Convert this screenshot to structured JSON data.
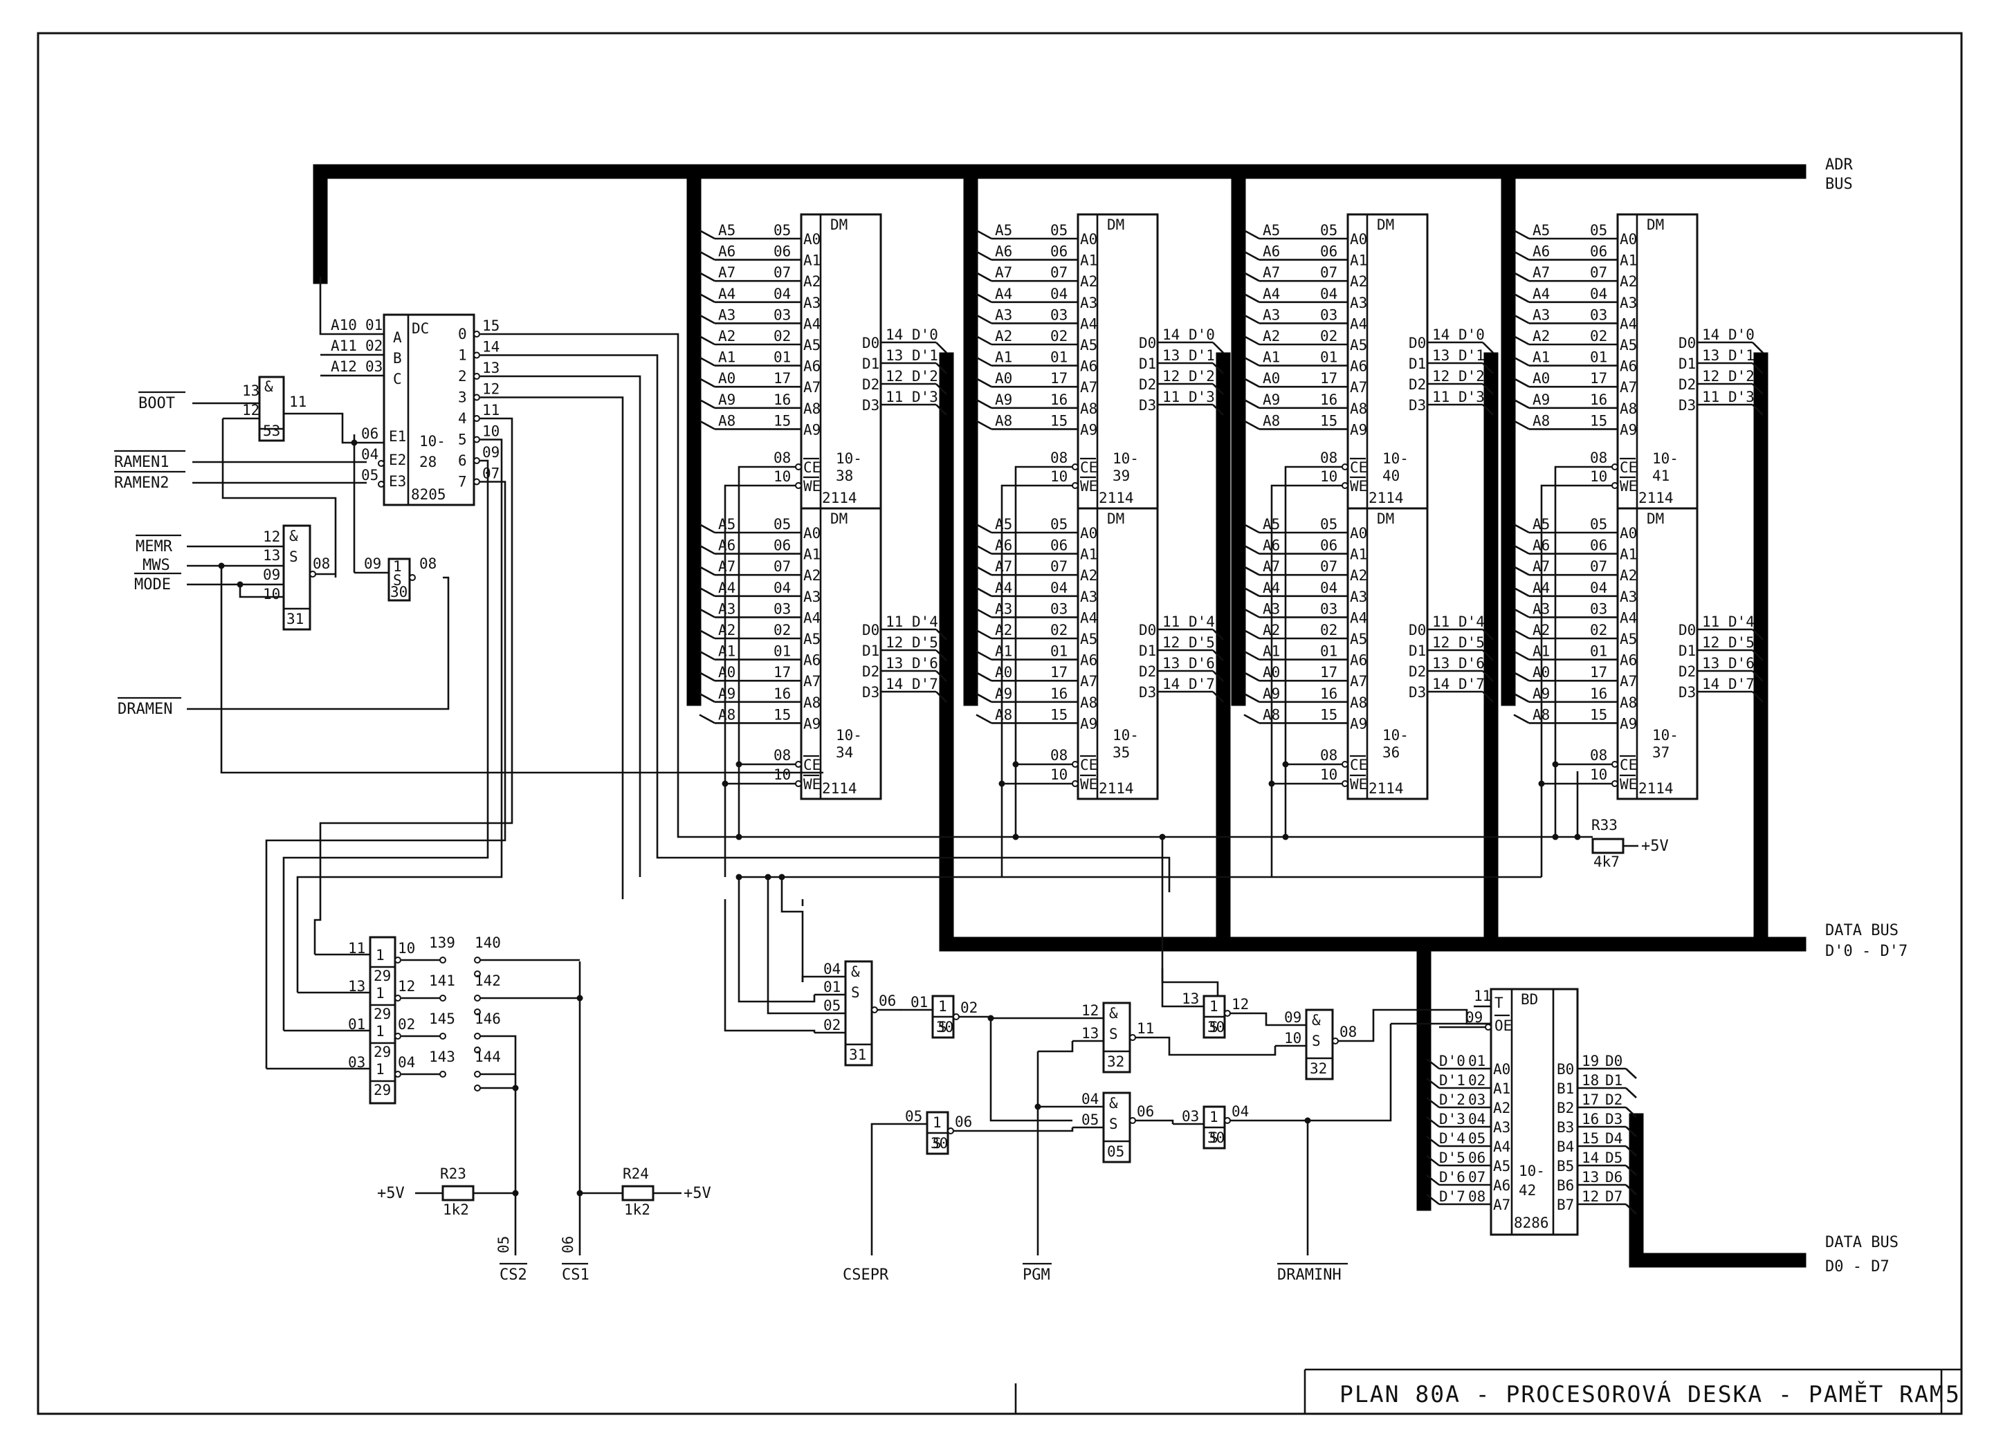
{
  "title_block": {
    "title": "PLAN 80A  -  PROCESOROVÁ  DESKA - PAMĚT  RAM",
    "sheet": "5"
  },
  "buses": {
    "adr_bus": [
      "ADR",
      "BUS"
    ],
    "data_bus_prime": [
      "DATA BUS",
      "D'0 - D'7"
    ],
    "data_bus": [
      "DATA BUS",
      "D0 - D7"
    ]
  },
  "control_inputs": {
    "boot": "BOOT",
    "ramen1": "RAMEN1",
    "ramen2": "RAMEN2",
    "memr": "MEMR",
    "mws": "MWS",
    "mode": "MODE",
    "dramen": "DRAMEN"
  },
  "outputs": {
    "cs2": "CS2",
    "cs1": "CS1",
    "csepr": "CSEPR",
    "pgm": "PGM",
    "draminh": "DRAMINH",
    "cs2_pin": "05",
    "cs1_pin": "06"
  },
  "decoder": {
    "ref": [
      "10-",
      "28"
    ],
    "type": "8205",
    "func": "DC",
    "sel": [
      "A",
      "B",
      "C"
    ],
    "en": [
      "E1",
      "E2",
      "E3"
    ],
    "addr_in": [
      "A10",
      "A11",
      "A12"
    ],
    "addr_pins": [
      "01",
      "02",
      "03"
    ],
    "en_pins": [
      "06",
      "04",
      "05"
    ],
    "out_names": [
      "0",
      "1",
      "2",
      "3",
      "4",
      "5",
      "6",
      "7"
    ],
    "out_pins": [
      "15",
      "14",
      "13",
      "12",
      "11",
      "10",
      "09",
      "07"
    ]
  },
  "gates": {
    "g53": {
      "sym": "&",
      "ref": "53",
      "in": [
        "13",
        "12"
      ],
      "out": "11"
    },
    "g31a": {
      "sym": [
        "&",
        "S"
      ],
      "ref": "31",
      "in": [
        "12",
        "13",
        "09",
        "10"
      ],
      "out": "08"
    },
    "g30a": {
      "sym": [
        "1",
        "S"
      ],
      "ref": "30",
      "in": "09",
      "out": "08"
    },
    "g31b": {
      "sym": [
        "&",
        "S"
      ],
      "ref": "31",
      "in": [
        "04",
        "01",
        "05",
        "02"
      ],
      "out": "06"
    },
    "g30b": {
      "sym": [
        "1",
        "S"
      ],
      "ref": "30",
      "in": "01",
      "out": "02"
    },
    "g32a": {
      "sym": [
        "&",
        "S"
      ],
      "ref": "32",
      "in": [
        "12",
        "13"
      ],
      "out": "11"
    },
    "g30c": {
      "sym": [
        "1",
        "S"
      ],
      "ref": "30",
      "in": "13",
      "out": "12"
    },
    "g32b": {
      "sym": [
        "&",
        "S"
      ],
      "ref": "32",
      "in": [
        "09",
        "10"
      ],
      "out": "08"
    },
    "g30d": {
      "sym": [
        "1",
        "S"
      ],
      "ref": "30",
      "in": "05",
      "out": "06"
    },
    "g05": {
      "sym": [
        "&",
        "S"
      ],
      "ref": "05",
      "in": [
        "04",
        "05"
      ],
      "out": "06"
    },
    "g30e": {
      "sym": [
        "1",
        "S"
      ],
      "ref": "30",
      "in": "03",
      "out": "04"
    }
  },
  "buffers29": [
    {
      "ref": "29",
      "in": "11",
      "out": "10",
      "j1": "139",
      "j2": "140"
    },
    {
      "ref": "29",
      "in": "13",
      "out": "12",
      "j1": "141",
      "j2": "142"
    },
    {
      "ref": "29",
      "in": "01",
      "out": "02",
      "j1": "145",
      "j2": "146"
    },
    {
      "ref": "29",
      "in": "03",
      "out": "04",
      "j1": "143",
      "j2": "144"
    }
  ],
  "resistors": {
    "r23": {
      "name": "R23",
      "value": "1k2",
      "supply": "+5V"
    },
    "r24": {
      "name": "R24",
      "value": "1k2",
      "supply": "+5V"
    },
    "r33": {
      "name": "R33",
      "value": "4k7",
      "supply": "+5V"
    }
  },
  "ram_chip": {
    "func": "DM",
    "type": "2114",
    "addr_labels": [
      "A5",
      "A6",
      "A7",
      "A4",
      "A3",
      "A2",
      "A1",
      "A0",
      "A9",
      "A8"
    ],
    "addr_pins": [
      "05",
      "06",
      "07",
      "04",
      "03",
      "02",
      "01",
      "17",
      "16",
      "15"
    ],
    "addr_names": [
      "A0",
      "A1",
      "A2",
      "A3",
      "A4",
      "A5",
      "A6",
      "A7",
      "A8",
      "A9"
    ],
    "data_names": [
      "D0",
      "D1",
      "D2",
      "D3"
    ],
    "ce": "CE",
    "we": "WE",
    "ce_pin": "08",
    "we_pin": "10",
    "top_data_pins": [
      "14",
      "13",
      "12",
      "11"
    ],
    "top_data_labels": [
      "D'0",
      "D'1",
      "D'2",
      "D'3"
    ],
    "bot_data_pins": [
      "11",
      "12",
      "13",
      "14"
    ],
    "bot_data_labels": [
      "D'4",
      "D'5",
      "D'6",
      "D'7"
    ]
  },
  "ram_columns": [
    {
      "top_ref": [
        "10-",
        "38"
      ],
      "bot_ref": [
        "10-",
        "34"
      ]
    },
    {
      "top_ref": [
        "10-",
        "39"
      ],
      "bot_ref": [
        "10-",
        "35"
      ]
    },
    {
      "top_ref": [
        "10-",
        "40"
      ],
      "bot_ref": [
        "10-",
        "36"
      ]
    },
    {
      "top_ref": [
        "10-",
        "41"
      ],
      "bot_ref": [
        "10-",
        "37"
      ]
    }
  ],
  "transceiver": {
    "func": "BD",
    "ref": [
      "10-",
      "42"
    ],
    "type": "8286",
    "t": "T",
    "oe": "OE",
    "t_pin": "11",
    "oe_pin": "09",
    "a_names": [
      "A0",
      "A1",
      "A2",
      "A3",
      "A4",
      "A5",
      "A6",
      "A7"
    ],
    "b_names": [
      "B0",
      "B1",
      "B2",
      "B3",
      "B4",
      "B5",
      "B6",
      "B7"
    ],
    "a_pins": [
      "01",
      "02",
      "03",
      "04",
      "05",
      "06",
      "07",
      "08"
    ],
    "a_labels": [
      "D'0",
      "D'1",
      "D'2",
      "D'3",
      "D'4",
      "D'5",
      "D'6",
      "D'7"
    ],
    "b_pins": [
      "19",
      "18",
      "17",
      "16",
      "15",
      "14",
      "13",
      "12"
    ],
    "b_labels": [
      "D0",
      "D1",
      "D2",
      "D3",
      "D4",
      "D5",
      "D6",
      "D7"
    ]
  }
}
